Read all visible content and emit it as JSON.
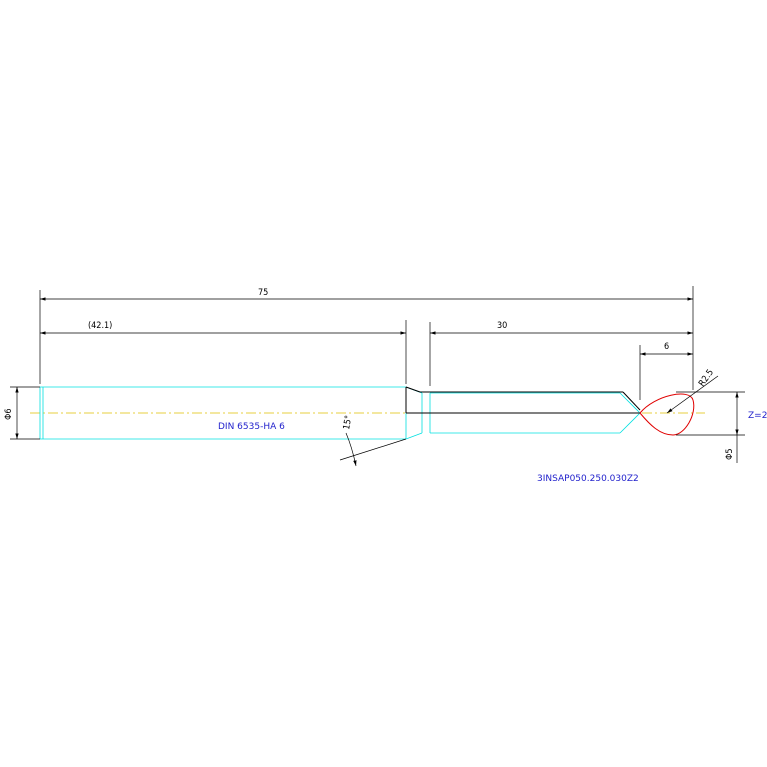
{
  "drawing": {
    "dimensions": {
      "overall_length": "75",
      "shank_length": "(42.1)",
      "neck_length": "30",
      "tip_length": "6",
      "radius": "R2.5",
      "shank_dia": "Φ6",
      "tip_dia": "Φ5",
      "angle": "15°",
      "flutes": "Z=2"
    },
    "labels": {
      "shank_standard": "DIN 6535-HA 6",
      "part_number": "3INSAP050.250.030Z2"
    },
    "colors": {
      "outline": "#00e0e0",
      "centerline": "#e0c000",
      "cutting_edge": "#e00000",
      "dimension": "#000000",
      "annotation": "#2222cc"
    }
  }
}
